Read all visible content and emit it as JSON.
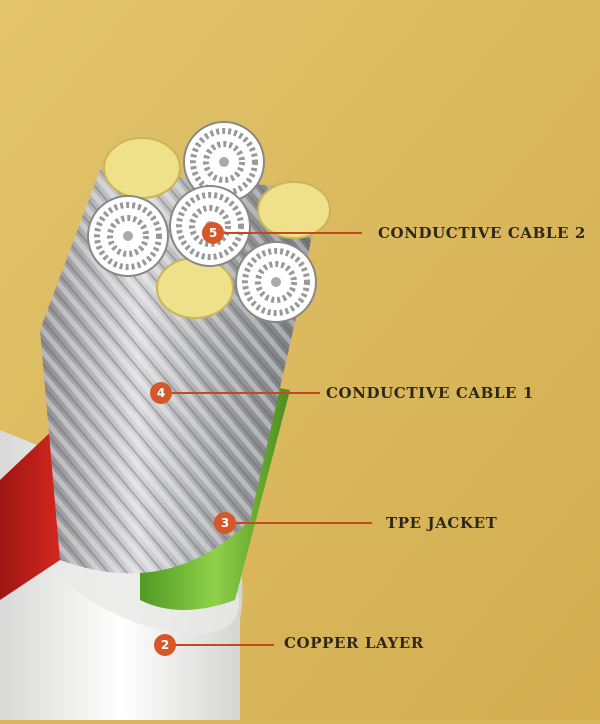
{
  "callouts": [
    {
      "number": "5",
      "label": "CONDUCTIVE CABLE 2"
    },
    {
      "number": "4",
      "label": "CONDUCTIVE CABLE 1"
    },
    {
      "number": "3",
      "label": "TPE JACKET"
    },
    {
      "number": "2",
      "label": "COPPER LAYER"
    }
  ],
  "colors": {
    "background": "#d9b85c",
    "badge": "#d4582a",
    "leader": "#c24a22",
    "red_core": "#d8231e",
    "green_core": "#79c23c",
    "jacket": "#f2f2f0",
    "strand": "#b9b9bb",
    "conductor_end": "#efe08a"
  }
}
